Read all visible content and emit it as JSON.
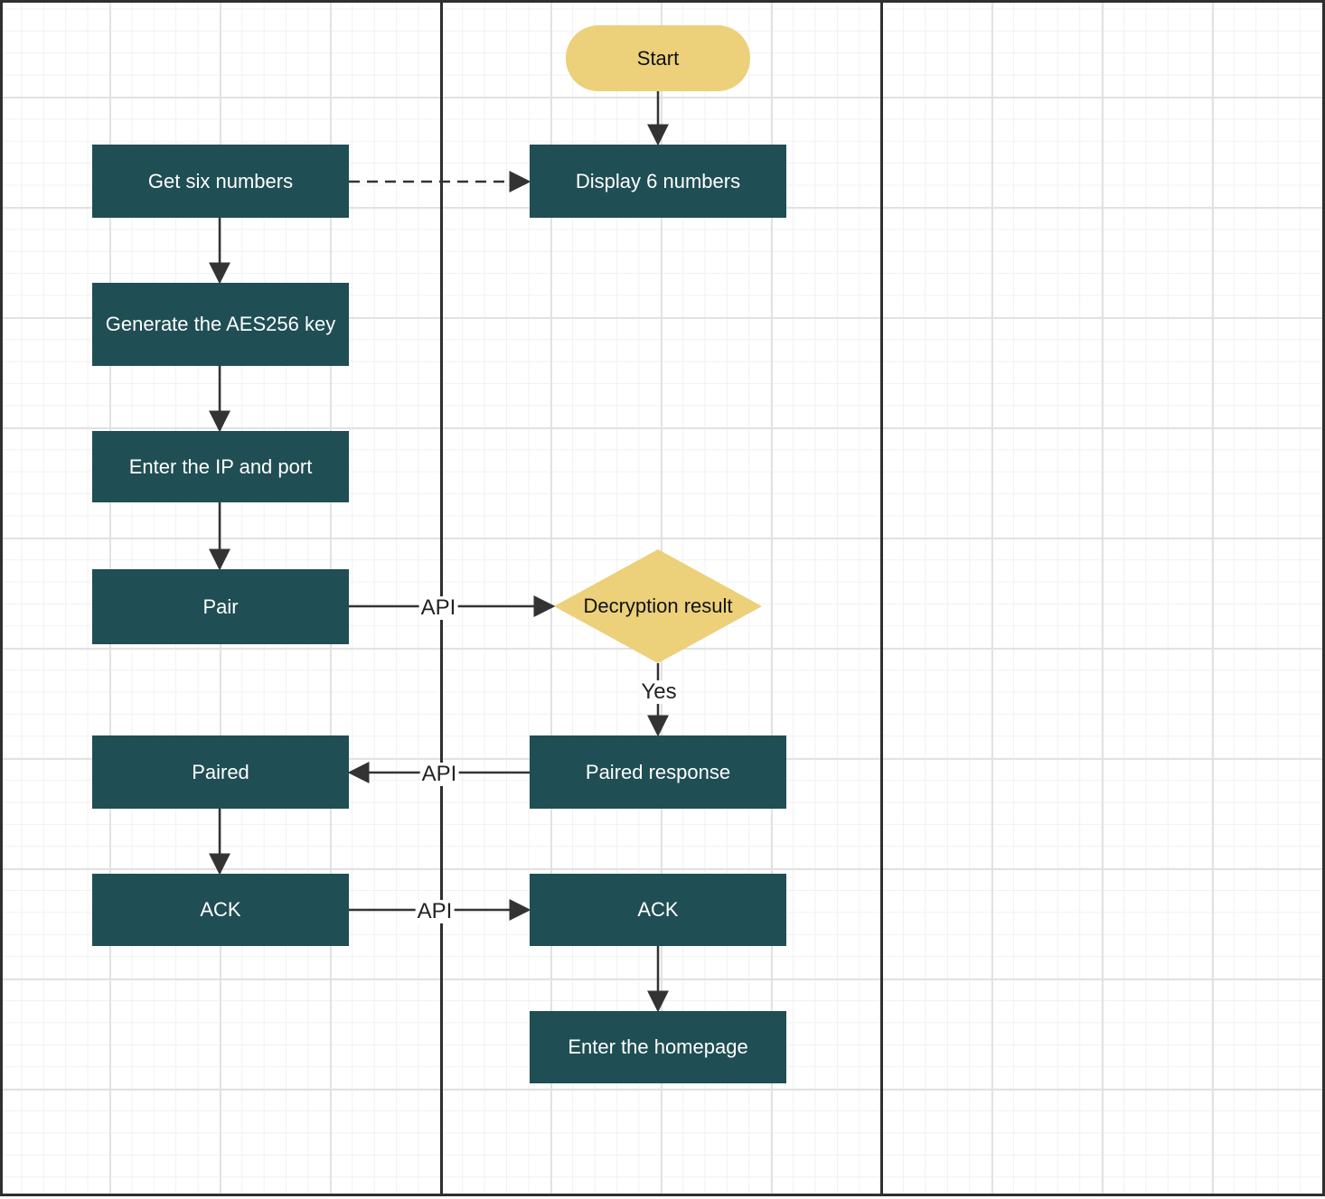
{
  "diagram": {
    "nodes": {
      "start": "Start",
      "get_six_numbers": "Get six numbers",
      "display_numbers": "Display 6 numbers",
      "generate_key": "Generate the AES256 key",
      "enter_ip_port": "Enter the IP and port",
      "pair": "Pair",
      "decryption_result": "Decryption result",
      "paired": "Paired",
      "paired_response": "Paired response",
      "ack_left": "ACK",
      "ack_right": "ACK",
      "enter_homepage": "Enter the homepage"
    },
    "edge_labels": {
      "pair_api": "API",
      "yes": "Yes",
      "response_api": "API",
      "ack_api": "API"
    },
    "colors": {
      "process_fill": "#1f4e54",
      "terminator_fill": "#ecd07a",
      "decision_fill": "#ecd07a",
      "connector": "#333333",
      "lane_divider": "#2f2f2f"
    }
  }
}
